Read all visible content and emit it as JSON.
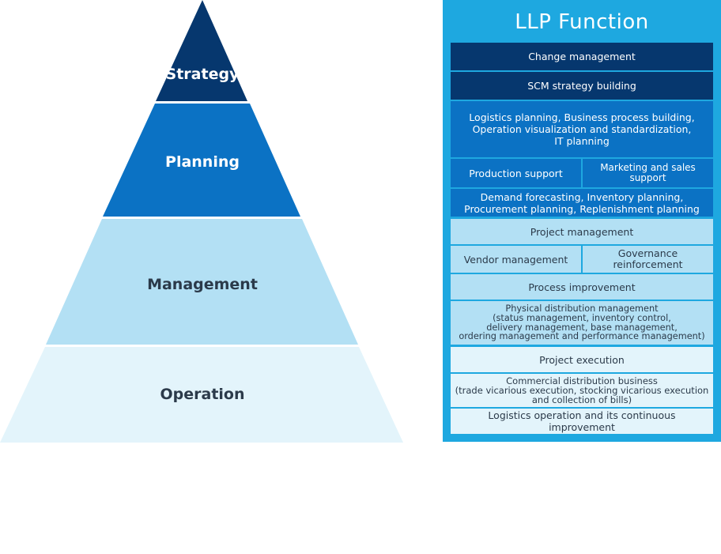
{
  "pyramid": {
    "levels": [
      {
        "label": "Strategy"
      },
      {
        "label": "Planning"
      },
      {
        "label": "Management"
      },
      {
        "label": "Operation"
      }
    ]
  },
  "panel": {
    "title": "LLP Function",
    "cells": {
      "change_management": "Change management",
      "scm_strategy": "SCM strategy building",
      "logistics_planning": "Logistics planning, Business process building,\nOperation visualization and standardization,\nIT planning",
      "production_support": "Production support",
      "marketing_support": "Marketing and sales support",
      "demand_forecasting": "Demand forecasting, Inventory planning,\nProcurement planning, Replenishment planning",
      "project_management": "Project management",
      "vendor_management": "Vendor management",
      "governance": "Governance\nreinforcement",
      "process_improvement": "Process improvement",
      "physical_distribution": "Physical distribution management\n(status management, inventory control,\ndelivery management, base management,\nordering management and performance management)",
      "project_execution": "Project execution",
      "commercial_distribution": "Commercial distribution business\n(trade vicarious execution, stocking vicarious execution\nand collection of bills)",
      "logistics_operation": "Logistics operation and its continuous improvement"
    }
  },
  "colors": {
    "strategy": "#06376e",
    "planning": "#0b72c4",
    "management": "#b3e0f4",
    "operation": "#e3f4fb",
    "panel_bg": "#1ea8e0"
  }
}
